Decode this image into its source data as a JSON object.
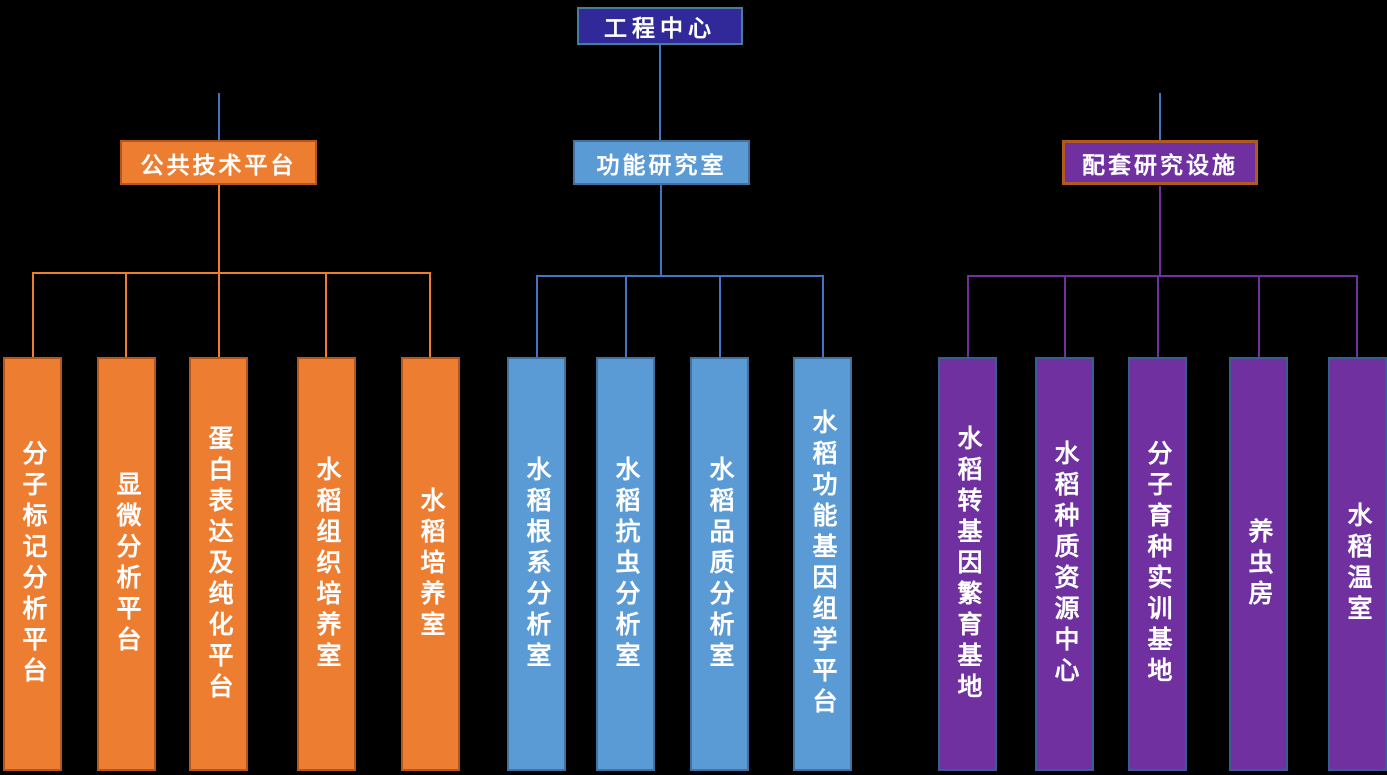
{
  "org_chart": {
    "root": "工程中心",
    "branches": [
      {
        "label": "公共技术平台",
        "children": [
          "分子标记分析平台",
          "显微分析平台",
          "蛋白表达及纯化平台",
          "水稻组织培养室",
          "水稻培养室"
        ]
      },
      {
        "label": "功能研究室",
        "children": [
          "水稻根系分析室",
          "水稻抗虫分析室",
          "水稻品质分析室",
          "水稻功能基因组学平台"
        ]
      },
      {
        "label": "配套研究设施",
        "children": [
          "水稻转基因繁育基地",
          "水稻种质资源中心",
          "分子育种实训基地",
          "养虫房",
          "水稻温室"
        ]
      }
    ]
  },
  "colors": {
    "background": "#000000",
    "text-color": "#FFFFFF",
    "root-fill": "#312999",
    "root-border": "#44809B",
    "orange-fill": "#ED7D31",
    "orange-border": "#B5561B",
    "blue-fill": "#5B9BD5",
    "blue-border": "#41719C",
    "purple-fill": "#7030A0",
    "purple-border": "#355F91",
    "purple-branch-border": "#AE5A21",
    "line-blue": "#4472C4",
    "line-orange": "#ED7D31",
    "line-purple": "#7030A0"
  }
}
